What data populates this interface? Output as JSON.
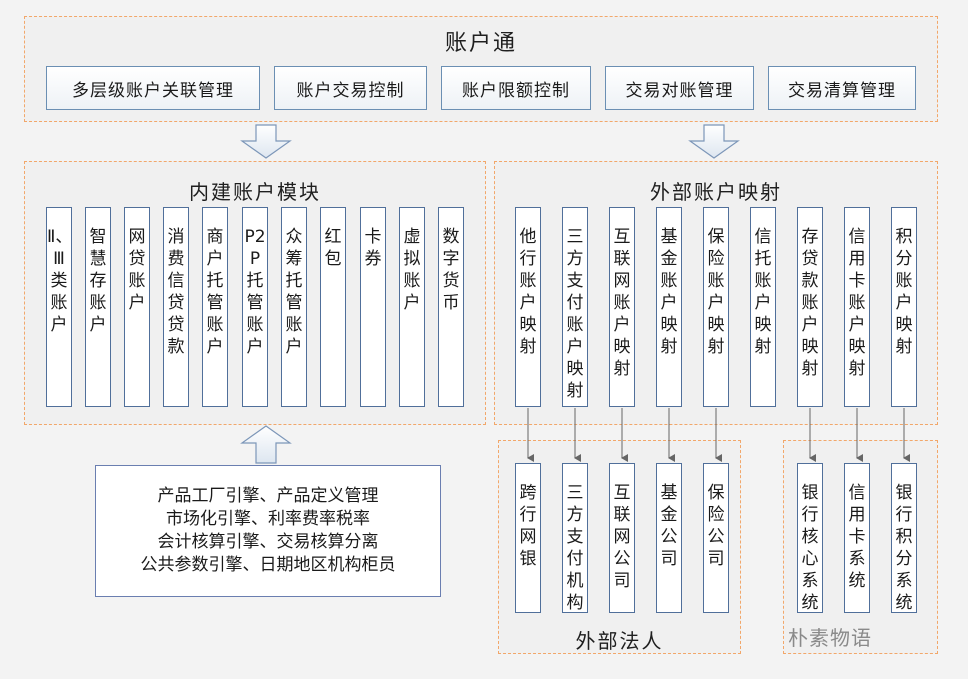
{
  "account_center": {
    "title": "账户通",
    "items": [
      "多层级账户关联管理",
      "账户交易控制",
      "账户限额控制",
      "交易对账管理",
      "交易清算管理"
    ]
  },
  "internal_module": {
    "title": "内建账户模块",
    "items": [
      "Ⅱ、Ⅲ类账户",
      "智慧存账户",
      "网贷账户",
      "消费信贷贷款",
      "商户托管账户",
      "P2P托管账户",
      "众筹托管账户",
      "红包",
      "卡券",
      "虚拟账户",
      "数字货币"
    ]
  },
  "external_mapping": {
    "title": "外部账户映射",
    "items": [
      "他行账户映射",
      "三方支付账户映射",
      "互联网账户映射",
      "基金账户映射",
      "保险账户映射",
      "信托账户映射",
      "存贷款账户映射",
      "信用卡账户映射",
      "积分账户映射"
    ]
  },
  "external_legal": {
    "title": "外部法人",
    "items": [
      "跨行网银",
      "三方支付机构",
      "互联网公司",
      "基金公司",
      "保险公司"
    ]
  },
  "bank_systems": {
    "items": [
      "银行核心系统",
      "信用卡系统",
      "银行积分系统"
    ]
  },
  "engines": {
    "lines": [
      "产品工厂引擎、产品定义管理",
      "市场化引擎、利率费率税率",
      "会计核算引擎、交易核算分离",
      "公共参数引擎、日期地区机构柜员"
    ]
  },
  "watermark": "朴素物语"
}
